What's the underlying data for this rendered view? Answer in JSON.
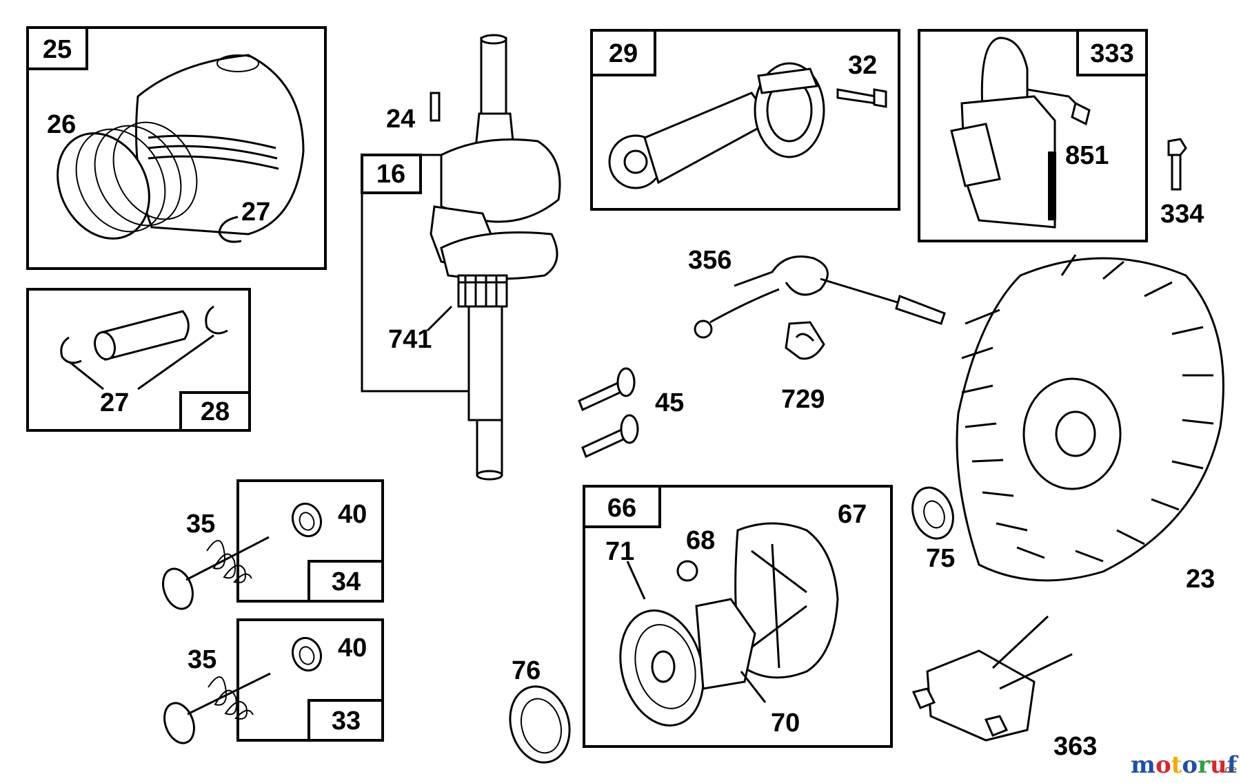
{
  "boxes": {
    "b25": "25",
    "b28": "28",
    "b16": "16",
    "b29": "29",
    "b333": "333",
    "b34": "34",
    "b33": "33",
    "b66": "66"
  },
  "labels": {
    "l26": "26",
    "l27a": "27",
    "l27b": "27",
    "l24": "24",
    "l741": "741",
    "l32": "32",
    "l851": "851",
    "l334": "334",
    "l356": "356",
    "l729": "729",
    "l45": "45",
    "l23": "23",
    "l35a": "35",
    "l40a": "40",
    "l35b": "35",
    "l40b": "40",
    "l67": "67",
    "l68": "68",
    "l71": "71",
    "l70": "70",
    "l75": "75",
    "l76": "76",
    "l363": "363"
  },
  "watermark": {
    "brand_letters": [
      "m",
      "o",
      "t",
      "o",
      "r",
      "u",
      "f"
    ],
    "brand_colors": [
      "#1f4fa8",
      "#d9262b",
      "#f2a900",
      "#1f4fa8",
      "#2e9e3e",
      "#d9262b",
      "#1f4fa8"
    ],
    "suffix": ".de"
  }
}
